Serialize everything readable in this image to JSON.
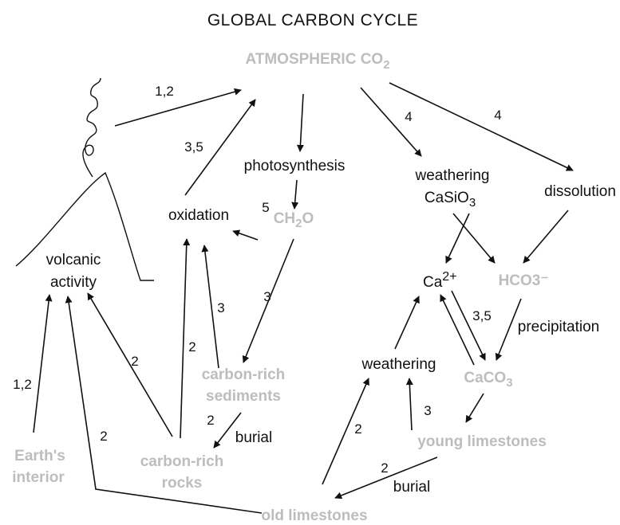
{
  "title": "GLOBAL CARBON CYCLE",
  "nodes": {
    "atmospheric_co2_main": "ATMOSPHERIC CO",
    "atmospheric_co2_sub": "2",
    "photosynthesis": "photosynthesis",
    "oxidation": "oxidation",
    "ch2o_a": "CH",
    "ch2o_sub": "2",
    "ch2o_b": "O",
    "weathering_casio3_line1": "weathering",
    "casio3_a": "CaSiO",
    "casio3_sub": "3",
    "dissolution": "dissolution",
    "volcanic_line1": "volcanic",
    "volcanic_line2": "activity",
    "ca2_base": "Ca",
    "ca2_sup": "2+",
    "hco3": "HCO3⁻",
    "precipitation": "precipitation",
    "weathering": "weathering",
    "caco3_a": "CaCO",
    "caco3_sub": "3",
    "carbon_rich_sediments_line1": "carbon-rich",
    "carbon_rich_sediments_line2": "sediments",
    "carbon_rich_rocks_line1": "carbon-rich",
    "carbon_rich_rocks_line2": "rocks",
    "earths_interior_line1": "Earth's",
    "earths_interior_line2": "interior",
    "young_limestones": "young limestones",
    "old_limestones": "old limestones",
    "burial_1": "burial",
    "burial_2": "burial"
  },
  "arrow_labels": {
    "volcano_to_atm": "1,2",
    "oxidation_to_atm": "3,5",
    "atm_to_weathering": "4",
    "atm_to_dissolution": "4",
    "ch2o_to_oxidation": "5",
    "ch2o_to_sediments": "3",
    "sediments_to_oxidation": "3",
    "rocks_to_oxidation": "2",
    "rocks_to_volcanic": "2",
    "earth_to_volcanic": "1,2",
    "oldlime_to_volcanic": "2",
    "sediments_to_rocks": "2",
    "ca_to_caco3": "3,5",
    "oldlime_to_weathering": "2",
    "younglime_to_weathering": "3",
    "younglime_to_oldlime": "2"
  }
}
